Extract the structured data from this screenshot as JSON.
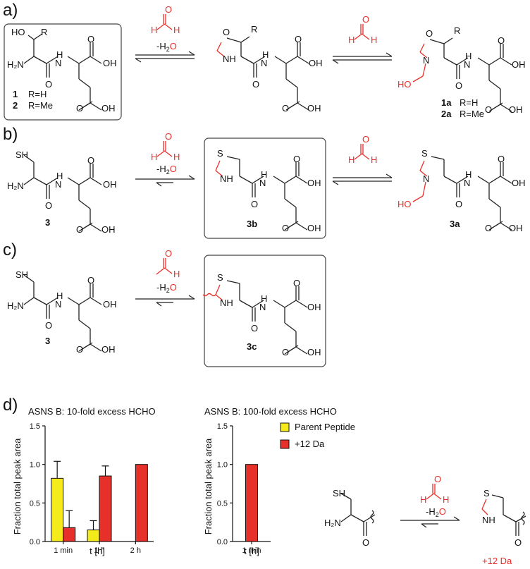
{
  "panels": {
    "a": "a)",
    "b": "b)",
    "c": "c)",
    "d": "d)"
  },
  "atoms": {
    "HO": "HO",
    "OH": "OH",
    "H2N": "H₂N",
    "NH": "NH",
    "N": "N",
    "H": "H",
    "O": "O",
    "S": "S",
    "SH": "SH",
    "R": "R"
  },
  "reagent": {
    "water": "-H",
    "water_sub": "2",
    "water_o": "O"
  },
  "compounds": {
    "c1": "1",
    "c1_r": "R=H",
    "c2": "2",
    "c2_r": "R=Me",
    "c1a": "1a",
    "c1a_r": "R=H",
    "c2a": "2a",
    "c2a_r": "R=Me",
    "c3": "3",
    "c3b": "3b",
    "c3a": "3a",
    "c3c": "3c",
    "plus12": "+12 Da"
  },
  "chart_data": [
    {
      "type": "bar",
      "title": "ASNS B: 10-fold excess HCHO",
      "xlabel": "t [h]",
      "ylabel": "Fraction total peak area",
      "categories": [
        "1 min",
        "1 h",
        "2 h"
      ],
      "ylim": [
        0,
        1.5
      ],
      "yticks": [
        "0.0",
        "0.5",
        "1.0",
        "1.5"
      ],
      "series": [
        {
          "name": "Parent Peptide",
          "color": "#f5ea1a",
          "values": [
            0.82,
            0.15,
            0.0
          ],
          "errors": [
            0.22,
            0.12,
            0.0
          ]
        },
        {
          "name": "+12 Da",
          "color": "#e8302a",
          "values": [
            0.18,
            0.85,
            1.0
          ],
          "errors": [
            0.22,
            0.13,
            0.0
          ]
        }
      ]
    },
    {
      "type": "bar",
      "title": "ASNS B: 100-fold excess HCHO",
      "xlabel": "t [h]",
      "ylabel": "Fraction total peak area",
      "categories": [
        "1 min"
      ],
      "ylim": [
        0,
        1.5
      ],
      "yticks": [
        "0.0",
        "0.5",
        "1.0",
        "1.5"
      ],
      "series": [
        {
          "name": "+12 Da",
          "color": "#e8302a",
          "values": [
            1.0
          ],
          "errors": [
            0.0
          ]
        }
      ]
    }
  ],
  "legend": [
    {
      "name": "Parent Peptide",
      "color": "#f5ea1a"
    },
    {
      "name": "+12 Da",
      "color": "#e8302a"
    }
  ]
}
